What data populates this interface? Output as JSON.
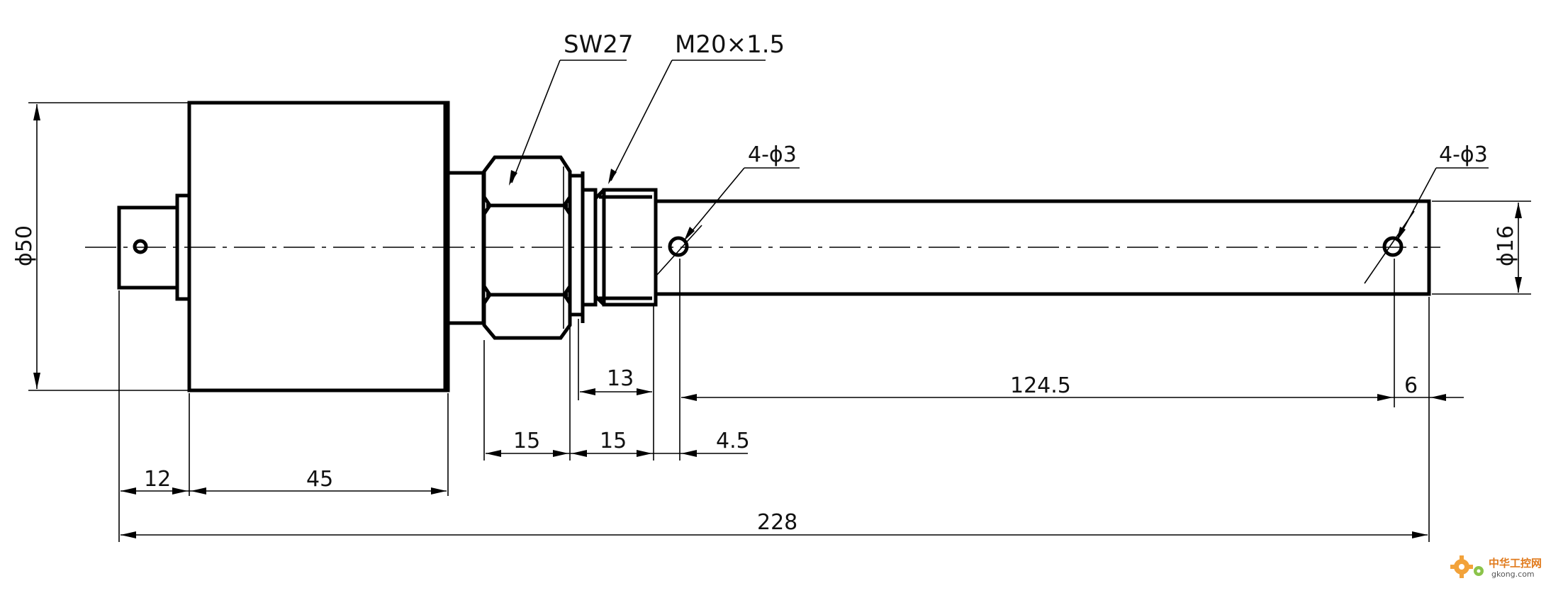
{
  "drawing": {
    "callouts": {
      "wrench_size": "SW27",
      "thread": "M20×1.5",
      "holes_left": "4-ϕ3",
      "holes_right": "4-ϕ3"
    },
    "dimensions": {
      "body_diameter": "ϕ50",
      "tube_diameter": "ϕ16",
      "connector_length": "12",
      "body_length": "45",
      "hex_length": "15",
      "thread_section_length": "15",
      "thread_length": "13",
      "hole_offset": "4.5",
      "hole_spacing": "124.5",
      "end_offset": "6",
      "overall_length": "228"
    }
  },
  "watermark": {
    "text": "中华工控网",
    "url": "gkong.com",
    "icon": "gear-icon",
    "color": "#e07a1c"
  }
}
